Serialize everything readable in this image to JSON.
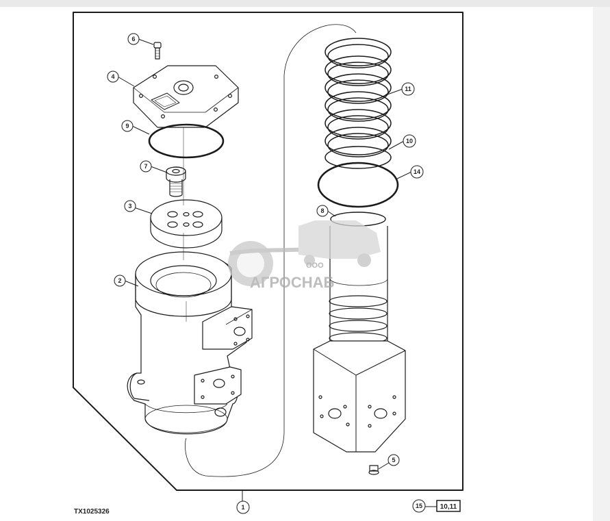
{
  "figure": {
    "id": "TX1025326",
    "reference_callout": "15",
    "reference_box": "10,11"
  },
  "callouts": {
    "c1": "1",
    "c2": "2",
    "c3": "3",
    "c4": "4",
    "c5": "5",
    "c6": "6",
    "c7": "7",
    "c8": "8",
    "c9": "9",
    "c10": "10",
    "c11": "11",
    "c14": "14"
  },
  "watermark": {
    "company_prefix": "ООО",
    "company_name": "АГРОСНАБ",
    "color": "#b8b8b8"
  },
  "colors": {
    "line": "#1a1a1a",
    "background": "#ffffff"
  }
}
